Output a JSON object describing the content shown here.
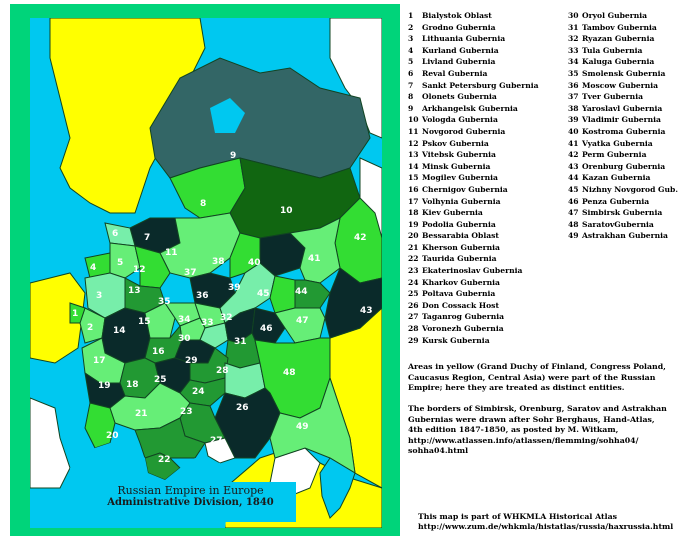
{
  "caption": {
    "line1": "Russian Empire in Europe",
    "line2": "Administrative Division, 1840"
  },
  "legend": [
    {
      "num": "1",
      "name": "Bialystok Oblast"
    },
    {
      "num": "2",
      "name": "Grodno Gubernia"
    },
    {
      "num": "3",
      "name": "Lithuania Gubernia"
    },
    {
      "num": "4",
      "name": "Kurland Gubernia"
    },
    {
      "num": "5",
      "name": "Livland Gubernia"
    },
    {
      "num": "6",
      "name": "Reval Gubernia"
    },
    {
      "num": "7",
      "name": "Sankt Petersburg Gubernia"
    },
    {
      "num": "8",
      "name": "Olonets Gubernia"
    },
    {
      "num": "9",
      "name": "Arkhangelsk Gubernia"
    },
    {
      "num": "10",
      "name": "Vologda Gubernia"
    },
    {
      "num": "11",
      "name": "Novgorod Gubernia"
    },
    {
      "num": "12",
      "name": "Pskov Gubernia"
    },
    {
      "num": "13",
      "name": "Vitebsk Gubernia"
    },
    {
      "num": "14",
      "name": "Minsk Gubernia"
    },
    {
      "num": "15",
      "name": "Mogilev Gubernia"
    },
    {
      "num": "16",
      "name": "Chernigov Gubernia"
    },
    {
      "num": "17",
      "name": "Volhynia Gubernia"
    },
    {
      "num": "18",
      "name": "Kiev Gubernia"
    },
    {
      "num": "19",
      "name": "Podolia Gubernia"
    },
    {
      "num": "20",
      "name": "Bessarabia Oblast"
    },
    {
      "num": "21",
      "name": "Kherson Gubernia"
    },
    {
      "num": "22",
      "name": "Taurida Gubernia"
    },
    {
      "num": "23",
      "name": "Ekaterinoslav Gubernia"
    },
    {
      "num": "24",
      "name": "Kharkov Gubernia"
    },
    {
      "num": "25",
      "name": "Poltava Gubernia"
    },
    {
      "num": "26",
      "name": "Don Cossack Host"
    },
    {
      "num": "27",
      "name": "Taganrog Gubernia"
    },
    {
      "num": "28",
      "name": "Voronezh Gubernia"
    },
    {
      "num": "29",
      "name": "Kursk Gubernia"
    },
    {
      "num": "30",
      "name": "Oryol Gubernia"
    },
    {
      "num": "31",
      "name": "Tambov Gubernia"
    },
    {
      "num": "32",
      "name": "Ryazan Gubernia"
    },
    {
      "num": "33",
      "name": "Tula Gubernia"
    },
    {
      "num": "34",
      "name": "Kaluga Gubernia"
    },
    {
      "num": "35",
      "name": "Smolensk Gubernia"
    },
    {
      "num": "36",
      "name": "Moscow Gubernia"
    },
    {
      "num": "37",
      "name": "Tver Gubernia"
    },
    {
      "num": "38",
      "name": "Yaroslavl Gubernia"
    },
    {
      "num": "39",
      "name": "Vladimir Gubernia"
    },
    {
      "num": "40",
      "name": "Kostroma Gubernia"
    },
    {
      "num": "41",
      "name": "Vyatka Gubernia"
    },
    {
      "num": "42",
      "name": "Perm Gubernia"
    },
    {
      "num": "43",
      "name": "Orenburg Gubernia"
    },
    {
      "num": "44",
      "name": "Kazan Gubernia"
    },
    {
      "num": "45",
      "name": "Nizhny Novgorod Gub."
    },
    {
      "num": "46",
      "name": "Penza Gubernia"
    },
    {
      "num": "47",
      "name": "Simbirsk Gubernia"
    },
    {
      "num": "48",
      "name": "SaratovGubernia"
    },
    {
      "num": "49",
      "name": "Astrakhan Gubernia"
    }
  ],
  "notes": {
    "yellow_areas": "Areas in yellow (Grand Duchy of Finland, Congress Poland, Caucasus Region, Central Asia) were part of the Russian Empire; here they are treated as distinct entities.",
    "borders": "The borders of Simbirsk, Orenburg, Saratov and Astrakhan Gubernias were drawn after Sohr Berghaus, Hand-Atlas, 4th edition 1847-1850, as posted by M. Witkam, http://www.atlassen.info/atlassen/flemming/sohha04/ sohha04.html",
    "credit_line1": "This map is part of WHKMLA Historical Atlas",
    "credit_line2": "http://www.zum.de/whkmla/histatlas/russia/haxrussia.html"
  },
  "map_labels": [
    "1",
    "2",
    "3",
    "4",
    "5",
    "6",
    "7",
    "8",
    "9",
    "10",
    "11",
    "12",
    "13",
    "14",
    "15",
    "16",
    "17",
    "18",
    "19",
    "20",
    "21",
    "22",
    "23",
    "24",
    "25",
    "26",
    "27",
    "28",
    "29",
    "30",
    "31",
    "32",
    "33",
    "34",
    "35",
    "36",
    "37",
    "38",
    "39",
    "40",
    "41",
    "42",
    "43",
    "44",
    "45",
    "46",
    "47",
    "48",
    "49"
  ],
  "colors": {
    "frame_green": "#00d47a",
    "sea": "#00c8f0",
    "foreign_yellow": "#ffff00",
    "white_land": "#ffffff",
    "lime": "#33dd33",
    "light_green": "#66ee77",
    "mint": "#77eeaa",
    "mid_green": "#229933",
    "dark_green": "#116611",
    "very_dark": "#0a2a2a",
    "slate": "#336666",
    "border_line": "#114422"
  }
}
